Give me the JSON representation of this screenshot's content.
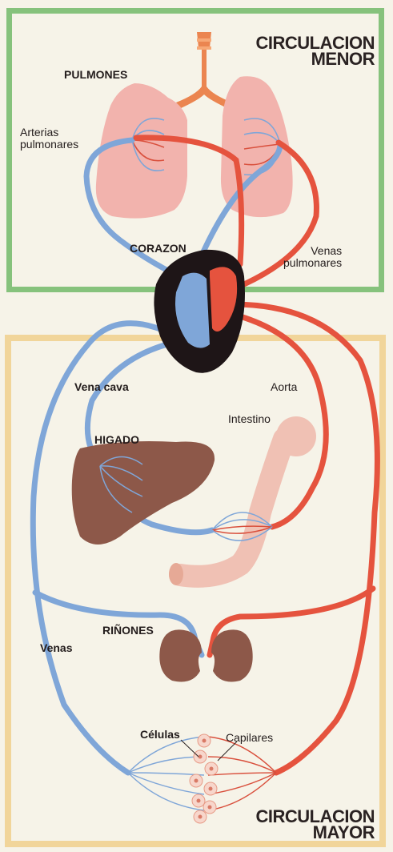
{
  "titles": {
    "minor_line1": "CIRCULACION",
    "minor_line2": "MENOR",
    "major_line1": "CIRCULACION",
    "major_line2": "MAYOR"
  },
  "labels": {
    "pulmones": "PULMONES",
    "arterias_1": "Arterias",
    "arterias_2": "pulmonares",
    "corazon": "CORAZON",
    "venas_pulm_1": "Venas",
    "venas_pulm_2": "pulmonares",
    "vena_cava": "Vena cava",
    "aorta": "Aorta",
    "intestino": "Intestino",
    "higado": "HIGADO",
    "rinones": "RIÑONES",
    "venas": "Venas",
    "celulas": "Células",
    "capilares": "Capilares"
  },
  "colors": {
    "venous_blue": "#7fa6d8",
    "arterial_red": "#e5533e",
    "lung_pink": "#f2b3ad",
    "liver_brown": "#8d5849",
    "intestine_pink": "#f0c1b4",
    "heart_dark": "#1e1517",
    "minor_border": "#86c27c",
    "major_border": "#f1d59a"
  }
}
